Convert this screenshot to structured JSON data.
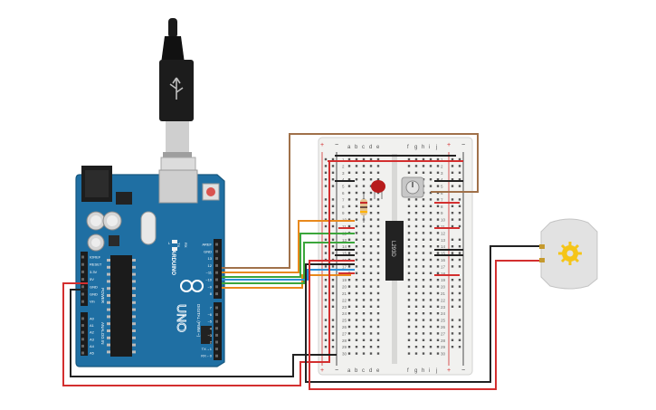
{
  "colors": {
    "board_blue": "#1f6fa3",
    "board_dark": "#17587f",
    "breadboard": "#f1f1ef",
    "wire_red": "#d32f2f",
    "wire_black": "#222222",
    "wire_brown": "#a0714a",
    "wire_orange": "#e8891c",
    "wire_green": "#3ba63b",
    "wire_blue": "#2a8fd8",
    "chip": "#222222",
    "led": "#b71c1c",
    "motor_body": "#e2e2e2",
    "motor_gear": "#f5c518"
  },
  "arduino": {
    "logo_text": "ARDUINO",
    "model_text": "UNO",
    "power_label": "POWER",
    "analog_label": "ANALOG IN",
    "digital_label": "DIGITAL (PWM ~)",
    "power_pins": [
      "IOREF",
      "RESET",
      "3.3V",
      "5V",
      "GND",
      "GND",
      "Vin"
    ],
    "analog_pins": [
      "A0",
      "A1",
      "A2",
      "A3",
      "A4",
      "A5"
    ],
    "top_header": [
      "AREF",
      "GND",
      "13",
      "12",
      "~11",
      "~10",
      "~9",
      "8"
    ],
    "bottom_header": [
      "7",
      "~6",
      "~5",
      "4",
      "~3",
      "2",
      "TX→1",
      "RX←0"
    ],
    "tx_rx": [
      "TX",
      "RX"
    ],
    "led_label": "L",
    "on_label": "ON"
  },
  "breadboard": {
    "col_letters_left": [
      "a",
      "b",
      "c",
      "d",
      "e"
    ],
    "col_letters_right": [
      "f",
      "g",
      "h",
      "i",
      "j"
    ],
    "rail_plus": "+",
    "rail_minus": "−",
    "row_numbers": [
      "1",
      "2",
      "3",
      "4",
      "5",
      "6",
      "7",
      "8",
      "9",
      "10",
      "11",
      "12",
      "13",
      "14",
      "15",
      "16",
      "17",
      "18",
      "19",
      "20",
      "21",
      "22",
      "23",
      "24",
      "25",
      "26",
      "27",
      "28",
      "29",
      "30"
    ]
  },
  "chip": {
    "label": "L293D"
  }
}
